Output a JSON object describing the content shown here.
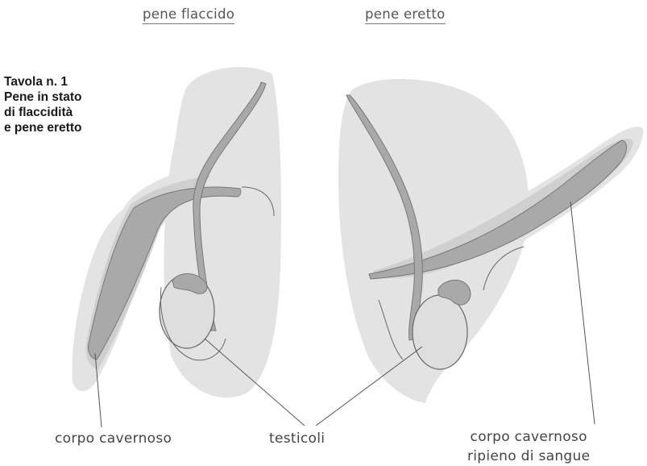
{
  "title": {
    "line1": "Tavola n. 1",
    "line2": "Pene in stato",
    "line3": "di flaccidità",
    "line4": "e pene eretto"
  },
  "headings": {
    "left": "pene flaccido",
    "right": "pene eretto"
  },
  "labels": {
    "corpo_cavernoso": "corpo cavernoso",
    "testicoli": "testicoli",
    "corpo_cavernoso_ripieno_line1": "corpo cavernoso",
    "corpo_cavernoso_ripieno_line2": "ripieno di sangue"
  },
  "colors": {
    "body_shade": "#e3e3e3",
    "halo_shade": "#cfcfcf",
    "tissue_shade": "#a9a9a9",
    "outline": "#555555"
  }
}
